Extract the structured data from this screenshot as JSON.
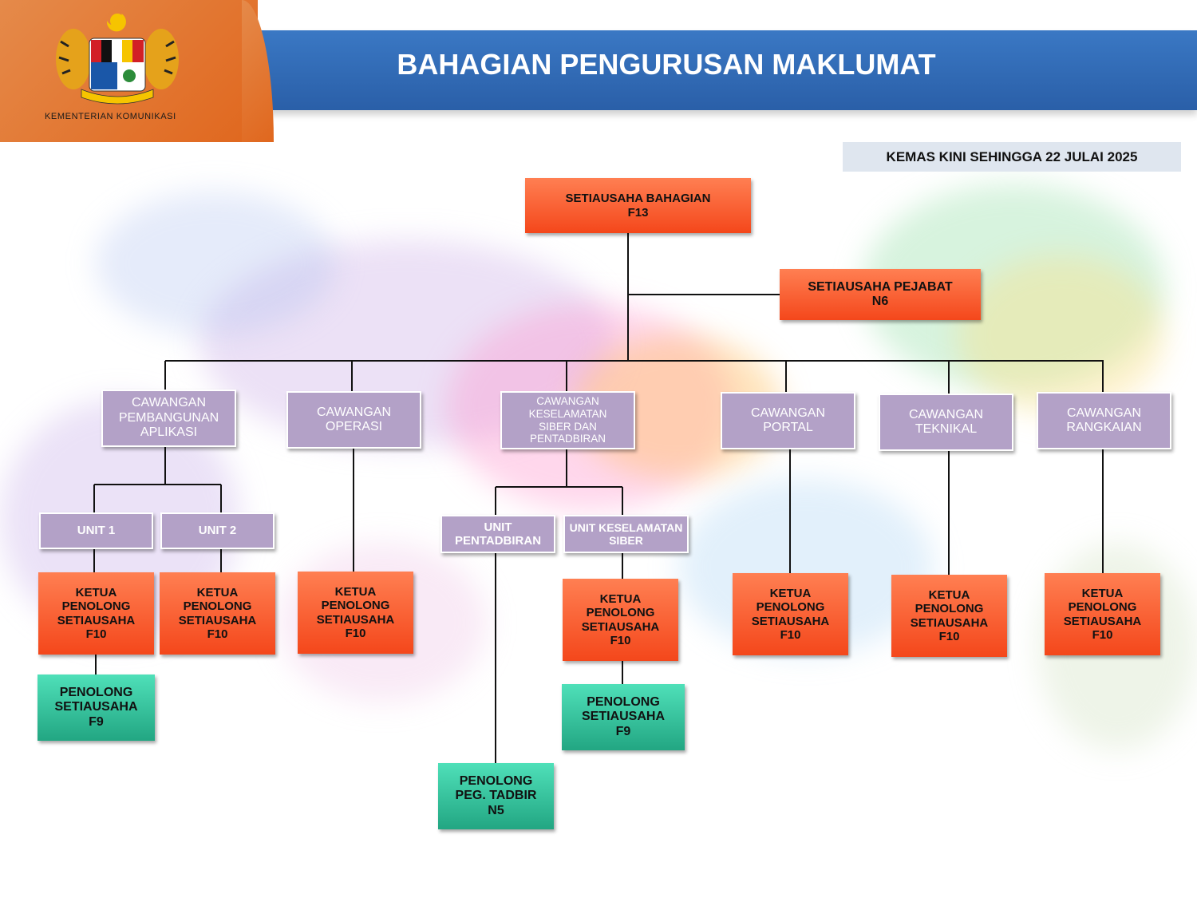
{
  "header": {
    "title": "BAHAGIAN PENGURUSAN MAKLUMAT",
    "ministry": "KEMENTERIAN KOMUNIKASI",
    "updated": "KEMAS KINI SEHINGGA  22 JULAI 2025",
    "logo": "coat-of-arms"
  },
  "nodes": {
    "setiausaha": "SETIAUSAHA BAHAGIAN\nF13",
    "pejabat": "SETIAUSAHA PEJABAT\nN6",
    "cw_aplikasi": "CAWANGAN\nPEMBANGUNAN\nAPLIKASI",
    "cw_operasi": "CAWANGAN\nOPERASI",
    "cw_siber": "CAWANGAN\nKESELAMATAN\nSIBER DAN\nPENTADBIRAN",
    "cw_portal": "CAWANGAN\nPORTAL",
    "cw_teknikal": "CAWANGAN\nTEKNIKAL",
    "cw_rangkaian": "CAWANGAN\nRANGKAIAN",
    "unit1": "UNIT 1",
    "unit2": "UNIT 2",
    "unit_pentadbiran": "UNIT\nPENTADBIRAN",
    "unit_siber": "UNIT KESELAMATAN\nSIBER",
    "ketua_u1": "KETUA\nPENOLONG\nSETIAUSAHA\nF10",
    "ketua_u2": "KETUA\nPENOLONG\nSETIAUSAHA\nF10",
    "ketua_operasi": "KETUA\nPENOLONG\nSETIAUSAHA\nF10",
    "ketua_siber": "KETUA\nPENOLONG\nSETIAUSAHA\nF10",
    "ketua_portal": "KETUA\nPENOLONG\nSETIAUSAHA\nF10",
    "ketua_teknikal": "KETUA\nPENOLONG\nSETIAUSAHA\nF10",
    "ketua_rangkaian": "KETUA\nPENOLONG\nSETIAUSAHA\nF10",
    "penolong_u1": "PENOLONG\nSETIAUSAHA\nF9",
    "penolong_siber": "PENOLONG\nSETIAUSAHA\nF9",
    "penolong_tadbir": "PENOLONG\nPEG. TADBIR\nN5"
  }
}
